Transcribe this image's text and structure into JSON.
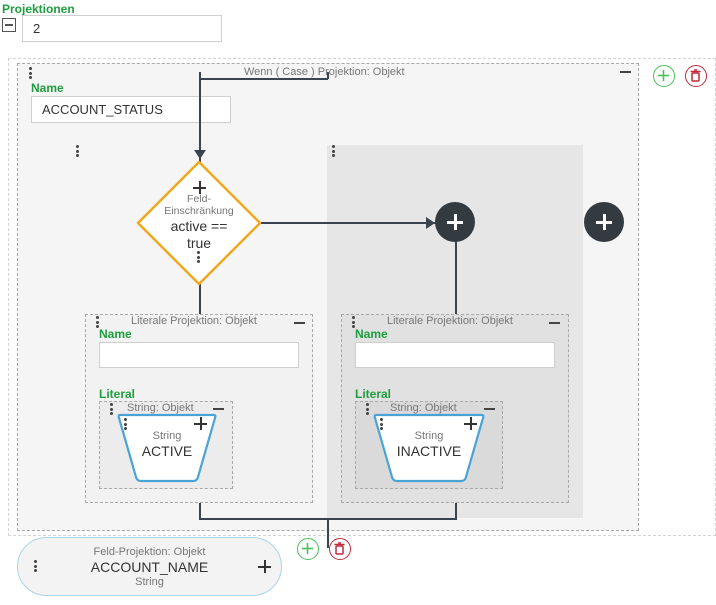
{
  "projections": {
    "label": "Projektionen",
    "value": "2"
  },
  "case_projection": {
    "caption": "Wenn ( Case ) Projektion: Objekt",
    "name_label": "Name",
    "name_value": "ACCOUNT_STATUS",
    "condition": {
      "caption_line1": "Feld-",
      "caption_line2": "Einschränkung",
      "expr_line1": "active ==",
      "expr_line2": "true"
    },
    "branch_true": {
      "caption": "Literale Projektion: Objekt",
      "name_label": "Name",
      "name_value": "",
      "literal_label": "Literal",
      "literal_caption": "String: Objekt",
      "type": "String",
      "value": "ACTIVE"
    },
    "branch_else": {
      "caption": "Literale Projektion: Objekt",
      "name_label": "Name",
      "name_value": "",
      "literal_label": "Literal",
      "literal_caption": "String: Objekt",
      "type": "String",
      "value": "INACTIVE"
    }
  },
  "field_projection": {
    "caption": "Feld-Projektion: Objekt",
    "value": "ACCOUNT_NAME",
    "type": "String"
  },
  "colors": {
    "accent_green": "#1e9e3e",
    "diamond_orange": "#f2a81d",
    "shape_blue": "#4aa3d6",
    "delete_red": "#c0293b",
    "dark_button": "#333a40"
  },
  "icons": [
    "collapse-icon",
    "kebab-menu-icon",
    "add-icon",
    "delete-icon",
    "plus-icon"
  ]
}
